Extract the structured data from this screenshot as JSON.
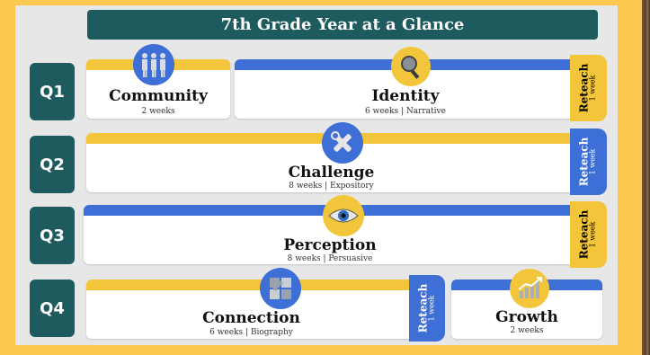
{
  "title": "7th Grade Year at a Glance",
  "quarters": {
    "q1": "Q1",
    "q2": "Q2",
    "q3": "Q3",
    "q4": "Q4"
  },
  "units": {
    "community": {
      "name": "Community",
      "sub": "2 weeks",
      "icon": "people-icon"
    },
    "identity": {
      "name": "Identity",
      "sub": "6 weeks | Narrative",
      "icon": "magnifier-icon"
    },
    "challenge": {
      "name": "Challenge",
      "sub": "8 weeks | Expository",
      "icon": "tools-icon"
    },
    "perception": {
      "name": "Perception",
      "sub": "8 weeks | Persuasive",
      "icon": "eye-icon"
    },
    "connection": {
      "name": "Connection",
      "sub": "6 weeks | Biography",
      "icon": "puzzle-icon"
    },
    "growth": {
      "name": "Growth",
      "sub": "2 weeks",
      "icon": "growth-chart-icon"
    }
  },
  "reteach": {
    "label": "Reteach",
    "duration": "1 week"
  },
  "colors": {
    "teal": "#1d5b5f",
    "yellow": "#f3c53a",
    "blue": "#3d6fd6",
    "background": "#fbc94f"
  }
}
